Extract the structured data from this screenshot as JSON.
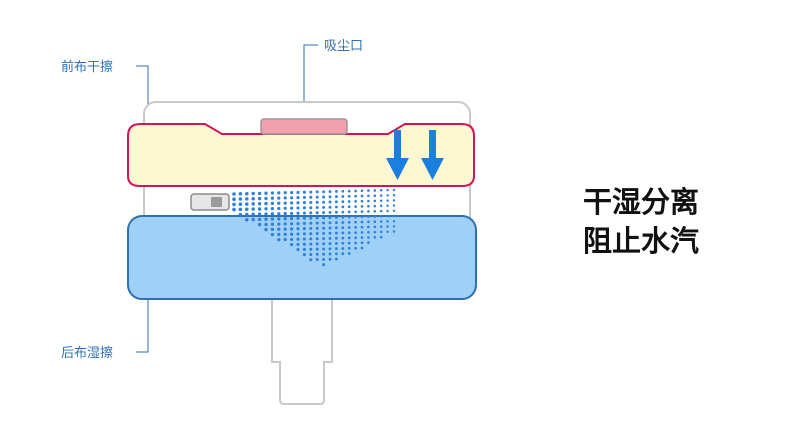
{
  "labels": {
    "front_cloth": "前布干擦",
    "suction_port": "吸尘口",
    "rear_cloth": "后布湿擦"
  },
  "headline": {
    "line1": "干湿分离",
    "line2": "阻止水汽"
  },
  "colors": {
    "label_blue": "#2f6fb3",
    "dry_pad_fill": "#fdf7d2",
    "dry_pad_stroke": "#d4145a",
    "suction_port": "#f2a0ad",
    "arrow": "#1b7fe0",
    "wet_pad_fill": "#9fd0f8",
    "wet_pad_stroke": "#2f6fb3",
    "mist_dots": "#2f7fd6"
  },
  "icons": {
    "arrows": "arrow-down-icon",
    "spray": "water-spray-icon"
  }
}
